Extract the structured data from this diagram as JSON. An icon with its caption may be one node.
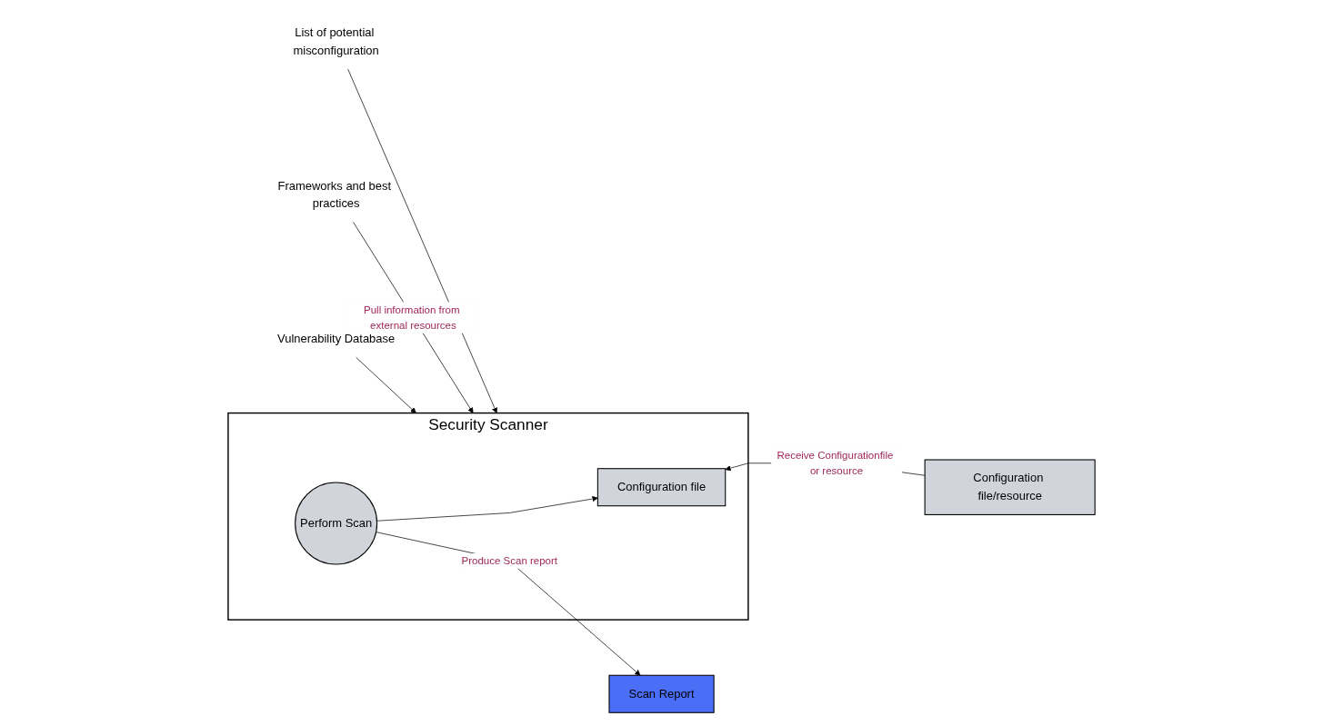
{
  "diagram": {
    "nodes": [
      {
        "text": [
          "Vulnerability Database"
        ]
      },
      {
        "text": [
          "Security Scanner"
        ]
      },
      {
        "text": [
          "Configuration file"
        ],
        "in": 1
      },
      {
        "text": [
          "Configuration file/resource"
        ]
      },
      {
        "text": [
          "Frameworks and best practices"
        ]
      },
      {
        "text": [
          "Perform Scan"
        ],
        "in": 1
      },
      {
        "text": [
          "List of potential misconfiguration"
        ]
      },
      {
        "text": [
          "Scan Report"
        ]
      }
    ],
    "edges": [
      {
        "from": 0,
        "to": 1,
        "arrow": "to"
      },
      {
        "from": 4,
        "to": 1,
        "arrow": "to",
        "label": "Pull information from external resources"
      },
      {
        "from": 6,
        "to": 1,
        "arrow": "to"
      },
      {
        "from": 5,
        "to": 2,
        "arrow": "to"
      },
      {
        "from": 3,
        "to": 2,
        "arrow": "to",
        "label": "Receive Configurationfile or resource"
      },
      {
        "from": 5,
        "to": 7,
        "arrow": "to",
        "label": "Produce Scan report"
      }
    ]
  }
}
